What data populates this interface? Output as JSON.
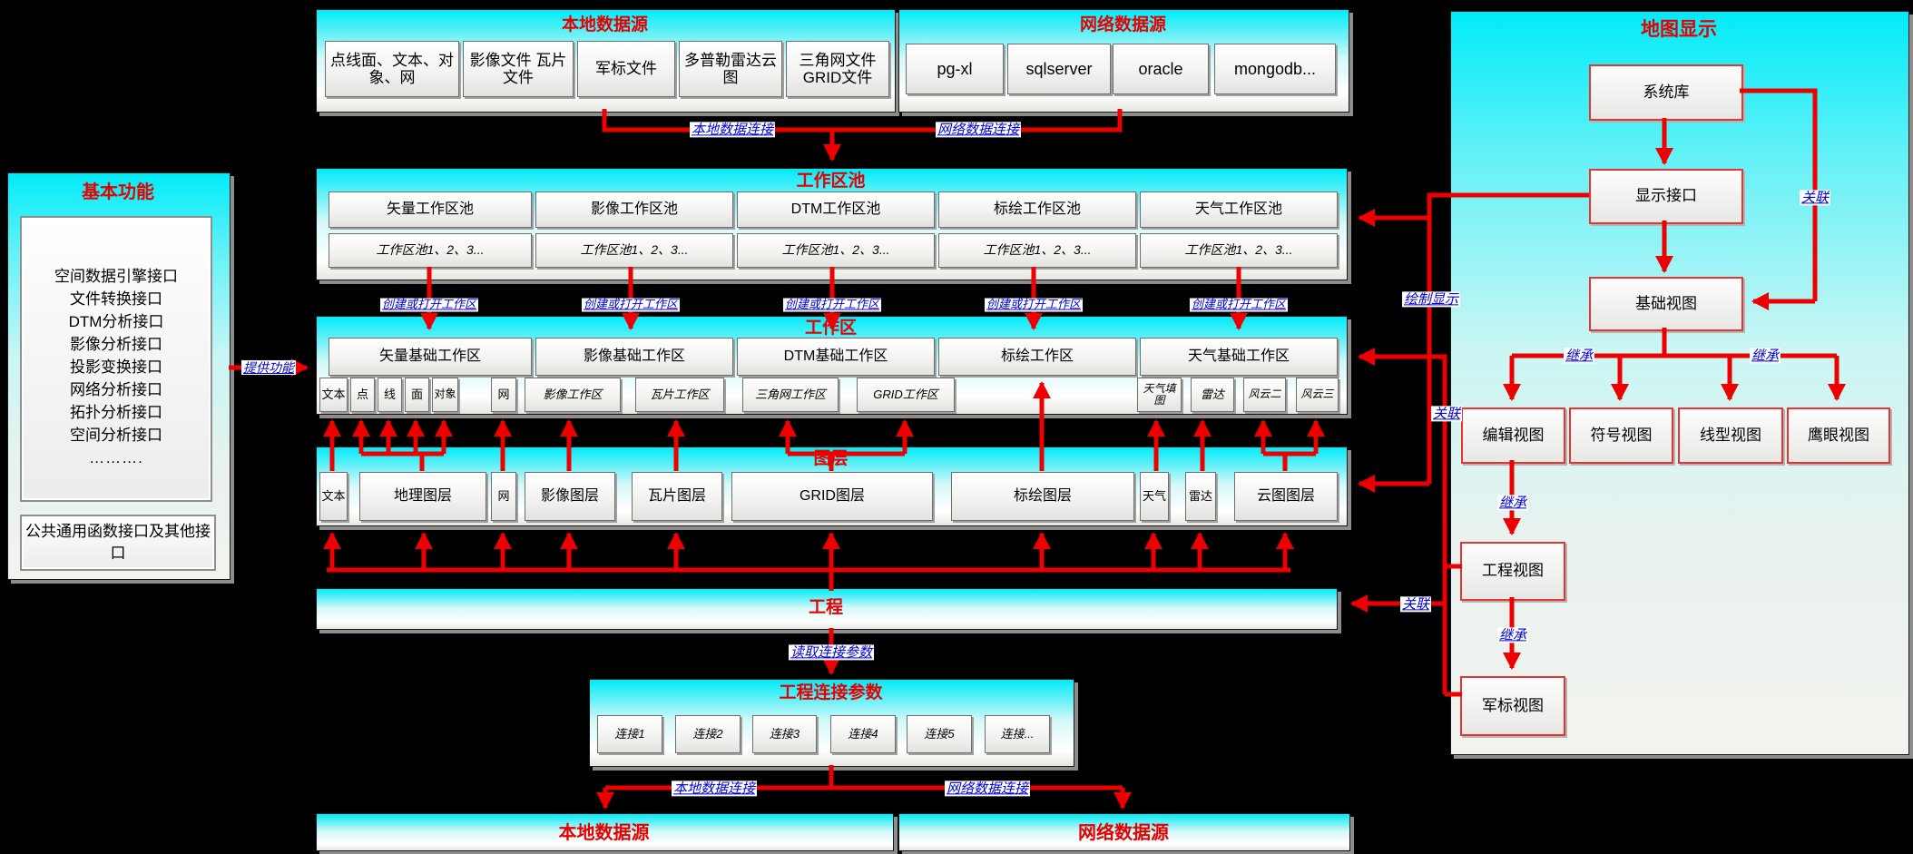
{
  "colors": {
    "accent_red": "#ee0000",
    "label_blue": "#0000d8",
    "band_cyan": "#00ecf8"
  },
  "panels": {
    "local_source": {
      "title": "本地数据源",
      "items": [
        "点线面、文本、对象、网",
        "影像文件 瓦片文件",
        "军标文件",
        "多普勒雷达云图",
        "三角网文件GRID文件"
      ]
    },
    "network_source": {
      "title": "网络数据源",
      "items": [
        "pg-xl",
        "sqlserver",
        "oracle",
        "mongodb..."
      ]
    },
    "basic_functions": {
      "title": "基本功能",
      "interfaces": [
        "空间数据引擎接口",
        "文件转换接口",
        "DTM分析接口",
        "影像分析接口",
        "投影变换接口",
        "网络分析接口",
        "拓扑分析接口",
        "空间分析接口",
        "………."
      ],
      "bottom_box": "公共通用函数接口及其他接口"
    },
    "workspace_pool": {
      "title": "工作区池",
      "pools": [
        "矢量工作区池",
        "影像工作区池",
        "DTM工作区池",
        "标绘工作区池",
        "天气工作区池"
      ],
      "instances_label": "工作区池1、2、3..."
    },
    "workspace": {
      "title": "工作区",
      "bases": [
        "矢量基础工作区",
        "影像基础工作区",
        "DTM基础工作区",
        "标绘工作区",
        "天气基础工作区"
      ],
      "types": [
        "文本",
        "点",
        "线",
        "面",
        "对象",
        "网",
        "影像工作区",
        "瓦片工作区",
        "三角网工作区",
        "GRID工作区",
        "天气填图",
        "雷达",
        "风云二",
        "风云三"
      ]
    },
    "layers": {
      "title": "图层",
      "items": [
        "文本",
        "地理图层",
        "网",
        "影像图层",
        "瓦片图层",
        "GRID图层",
        "标绘图层",
        "天气",
        "雷达",
        "云图图层"
      ]
    },
    "project": {
      "title": "工程"
    },
    "project_conn": {
      "title": "工程连接参数",
      "items": [
        "连接1",
        "连接2",
        "连接3",
        "连接4",
        "连接5",
        "连接..."
      ]
    },
    "map_display": {
      "title": "地图显示",
      "system_lib": "系统库",
      "display_if": "显示接口",
      "base_view": "基础视图",
      "edit_view": "编辑视图",
      "symbol_view": "符号视图",
      "line_view": "线型视图",
      "eagle_view": "鹰眼视图",
      "project_view": "工程视图",
      "military_view": "军标视图"
    },
    "bottom_local": {
      "title": "本地数据源"
    },
    "bottom_network": {
      "title": "网络数据源"
    }
  },
  "edge_labels": {
    "local_conn": "本地数据连接",
    "network_conn": "网络数据连接",
    "create_open": "创建或打开工作区",
    "provide": "提供功能",
    "draw_display": "绘制显示",
    "assoc": "关联",
    "inherit": "继承",
    "read_conn": "读取连接参数"
  }
}
